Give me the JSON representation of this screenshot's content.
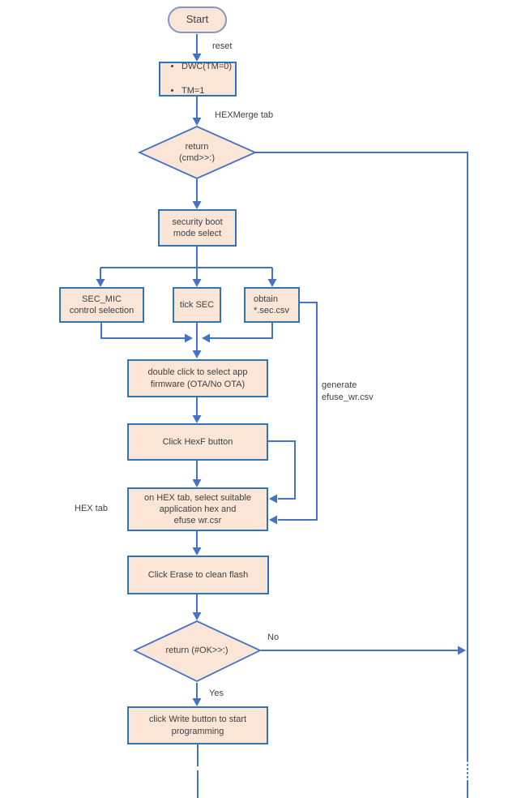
{
  "colors": {
    "node_fill": "#FBE5D6",
    "node_border": "#2E75B6",
    "terminator_border": "#8496C8",
    "connector": "#4472C4",
    "text": "#3F3F3F"
  },
  "nodes": {
    "start": {
      "label": "Start"
    },
    "init": {
      "bullets": [
        "DWC(TM=0)",
        "TM=1"
      ]
    },
    "return_cmd": {
      "label": "return\n(cmd>>:)"
    },
    "security_boot": {
      "label": "security boot\nmode select"
    },
    "sec_mic": {
      "label": "SEC_MIC\ncontrol selection"
    },
    "tick_sec": {
      "label": "tick SEC"
    },
    "obtain_sec_csv": {
      "label": "obtain\n*.sec.csv"
    },
    "double_click_firmware": {
      "label": "double click to select app\nfirmware (OTA/No OTA)"
    },
    "click_hexf": {
      "label": "Click HexF button"
    },
    "on_hex_tab": {
      "label": "on HEX tab, select suitable\napplication hex and\nefuse  wr.csr"
    },
    "click_erase": {
      "label": "Click Erase to clean flash"
    },
    "return_ok": {
      "label": "return (#OK>>:)"
    },
    "click_write": {
      "label": "click Write button to start\nprogramming"
    }
  },
  "edge_labels": {
    "reset": "reset",
    "hexmerge_tab": "HEXMerge tab",
    "hex_tab": "HEX tab",
    "generate_efuse": "generate\nefuse_wr.csv",
    "no": "No",
    "yes": "Yes"
  }
}
